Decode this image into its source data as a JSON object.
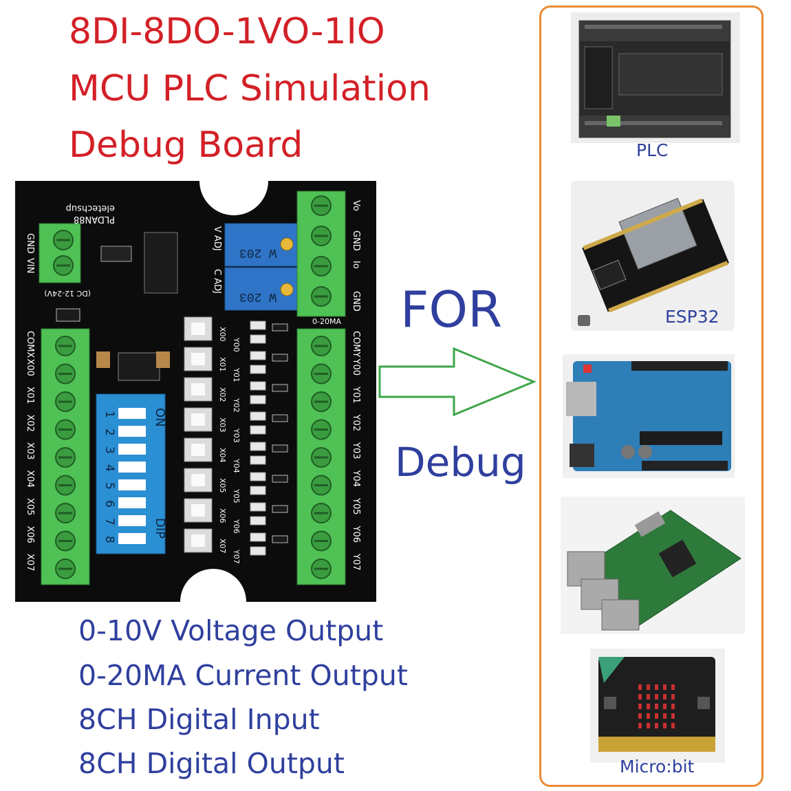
{
  "title_lines": [
    "8DI-8DO-1VO-1IO",
    "MCU PLC Simulation",
    "Debug Board"
  ],
  "for_text": "FOR",
  "debug_text": "Debug",
  "spec_lines": [
    "0-10V Voltage Output",
    "0-20MA Current Output",
    "8CH Digital Input",
    "8CH Digital Output"
  ],
  "board": {
    "brand": "eletechsup",
    "model": "PLDAN88",
    "left_terminals": [
      "GND",
      "VIN"
    ],
    "power_note": "(DC 12-24V)",
    "input_terminals": [
      "COMX",
      "X00",
      "X01",
      "X02",
      "X03",
      "X04",
      "X05",
      "X06",
      "X07"
    ],
    "output_terminals": [
      "COMY",
      "Y00",
      "Y01",
      "Y02",
      "Y03",
      "Y04",
      "Y05",
      "Y06",
      "Y07"
    ],
    "analog_terminals": [
      "Vo",
      "GND",
      "Io",
      "GND"
    ],
    "adjust_labels": [
      "V ADJ",
      "C ADJ"
    ],
    "pot_label": "W 203",
    "current_label": "0-20MA",
    "dip_on": "ON",
    "dip_label": "DIP",
    "dip_numbers": [
      "1",
      "2",
      "3",
      "4",
      "5",
      "6",
      "7",
      "8"
    ],
    "led_x_labels": [
      "X00",
      "X01",
      "X02",
      "X03",
      "X04",
      "X05",
      "X06",
      "X07"
    ],
    "led_y_labels": [
      "Y00",
      "Y01",
      "Y02",
      "Y03",
      "Y04",
      "Y05",
      "Y06",
      "Y07"
    ]
  },
  "devices": [
    {
      "label": "PLC",
      "icon": "plc-image"
    },
    {
      "label": "ESP32",
      "icon": "esp32-image"
    },
    {
      "label": "",
      "icon": "arduino-image"
    },
    {
      "label": "",
      "icon": "raspberry-pi-image"
    },
    {
      "label": "Micro:bit",
      "icon": "microbit-image"
    }
  ],
  "colors": {
    "title": "#d32027",
    "text": "#2f3f9e",
    "frame": "#ea8a35",
    "arrow": "#3fa64a",
    "terminal": "#4fc155",
    "pcb": "#0c0c0c"
  }
}
